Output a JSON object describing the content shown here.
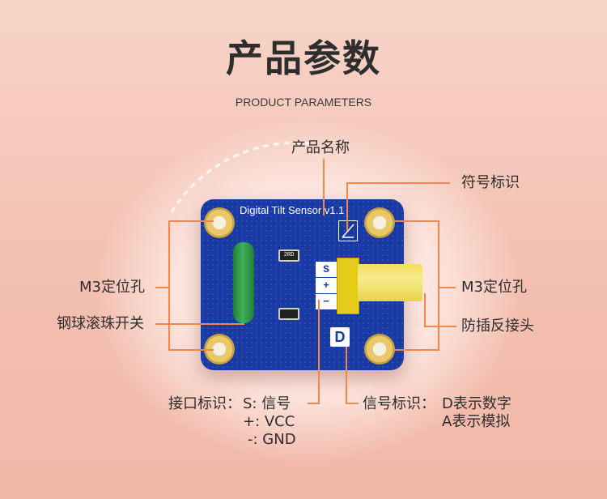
{
  "header": {
    "title": "产品参数",
    "subtitle": "PRODUCT PARAMETERS"
  },
  "callouts": {
    "product_name": "产品名称",
    "symbol_mark": "符号标识",
    "mount_hole_left": "M3定位孔",
    "mount_hole_right": "M3定位孔",
    "ball_switch": "钢球滚珠开关",
    "anti_reverse": "防插反接头"
  },
  "interface": {
    "label": "接口标识：",
    "lines": [
      "S: 信号",
      "+:  VCC",
      "-: GND"
    ]
  },
  "signal": {
    "label": "信号标识：",
    "lines": [
      "D表示数字",
      "A表示模拟"
    ]
  },
  "board": {
    "title": "Digital Tilt Sensor v1.1",
    "pin_labels": [
      "S",
      "+",
      "−"
    ],
    "signal_letter": "D",
    "resistor_code": "2RD"
  },
  "colors": {
    "board": "#1a3aa3",
    "wire": "#f0884e",
    "switch": "#2f9b4a",
    "connector": "#e6cc18"
  }
}
